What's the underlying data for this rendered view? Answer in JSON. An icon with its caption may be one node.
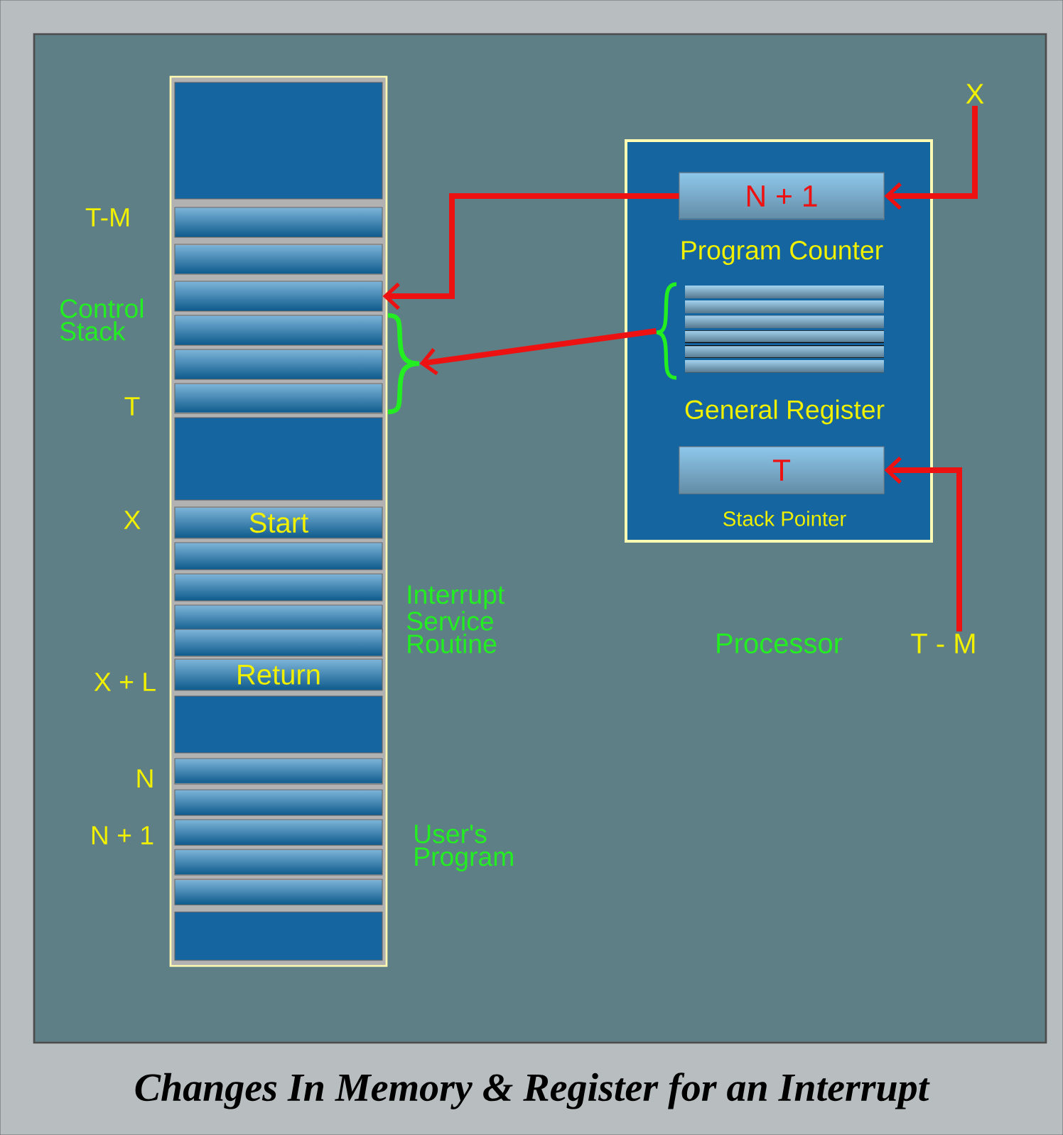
{
  "diagram": {
    "caption": "Changes In Memory & Register for an Interrupt",
    "nodes": [
      {
        "text": [],
        "shape": "bar"
      },
      {
        "text": [
          "Start"
        ],
        "in": 0
      },
      {
        "text": [
          "Return"
        ],
        "in": 0
      },
      {
        "text": [],
        "shape": "box",
        "in": 0
      },
      {
        "text": [],
        "shape": "brace"
      },
      {
        "text": [
          "Processor"
        ]
      },
      {
        "text": [
          "N + 1",
          "Program Counter"
        ],
        "in": 5
      },
      {
        "text": [
          "General Register"
        ],
        "in": 5
      },
      {
        "text": [
          "T",
          "Stack Pointer"
        ],
        "in": 5
      },
      {
        "text": [
          "X"
        ]
      },
      {
        "text": [
          "T - M"
        ]
      }
    ],
    "edges": [
      {
        "from": 9,
        "to": 6,
        "arrow": "to"
      },
      {
        "from": 10,
        "to": 8,
        "arrow": "to"
      },
      {
        "from": 6,
        "to": 3,
        "arrow": "to"
      },
      {
        "from": 7,
        "to": 4,
        "arrow": "to"
      }
    ],
    "labels": [
      "T-M",
      "Control Stack",
      "T",
      "X",
      "X + L",
      "N",
      "N + 1",
      "Interrupt Service Routine",
      "User's Program"
    ]
  }
}
